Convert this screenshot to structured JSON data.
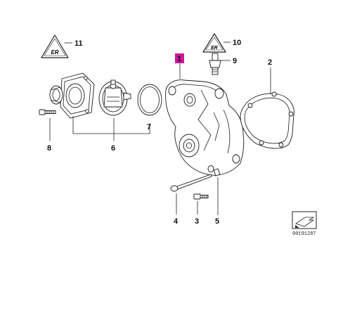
{
  "diagram": {
    "callouts": [
      {
        "id": "1",
        "label": "1"
      },
      {
        "id": "2",
        "label": "2"
      },
      {
        "id": "3",
        "label": "3"
      },
      {
        "id": "4",
        "label": "4"
      },
      {
        "id": "5",
        "label": "5"
      },
      {
        "id": "6",
        "label": "6"
      },
      {
        "id": "7",
        "label": "7"
      },
      {
        "id": "8",
        "label": "8"
      },
      {
        "id": "9",
        "label": "9"
      },
      {
        "id": "10",
        "label": "10"
      },
      {
        "id": "11",
        "label": "11"
      }
    ],
    "highlight_color": "#c8189a",
    "warning_symbol_text": "ER",
    "drawing_number": "00191287"
  }
}
